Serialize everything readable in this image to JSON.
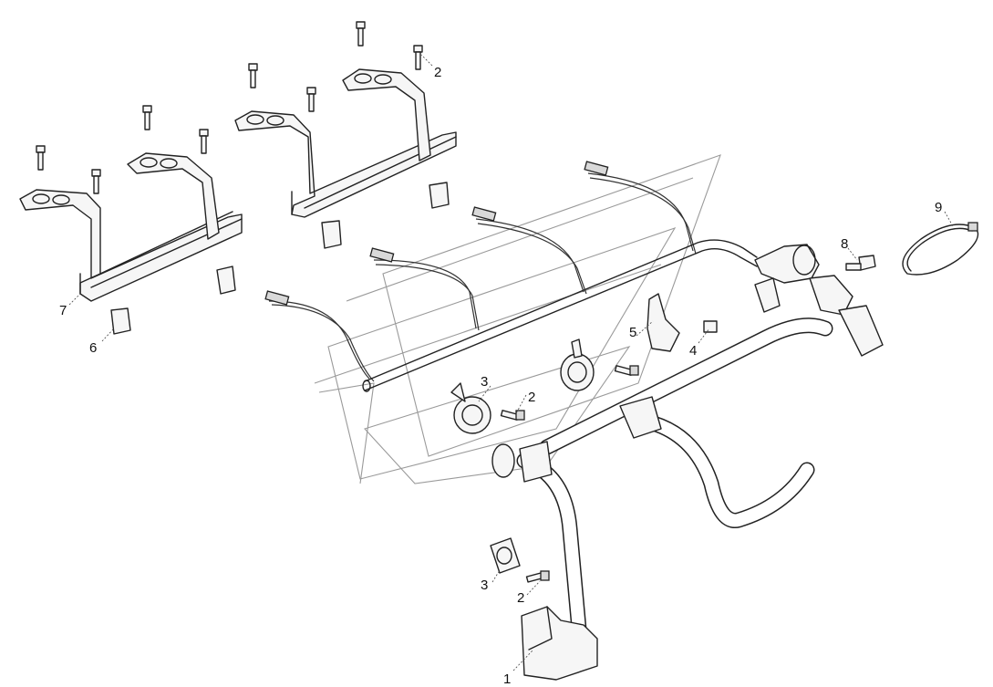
{
  "callouts": [
    {
      "key": "c1",
      "label": "1"
    },
    {
      "key": "c2a",
      "label": "2"
    },
    {
      "key": "c2b",
      "label": "2"
    },
    {
      "key": "c2c",
      "label": "2"
    },
    {
      "key": "c3a",
      "label": "3"
    },
    {
      "key": "c3b",
      "label": "3"
    },
    {
      "key": "c4",
      "label": "4"
    },
    {
      "key": "c5",
      "label": "5"
    },
    {
      "key": "c6",
      "label": "6"
    },
    {
      "key": "c7",
      "label": "7"
    },
    {
      "key": "c8",
      "label": "8"
    },
    {
      "key": "c9",
      "label": "9"
    }
  ]
}
